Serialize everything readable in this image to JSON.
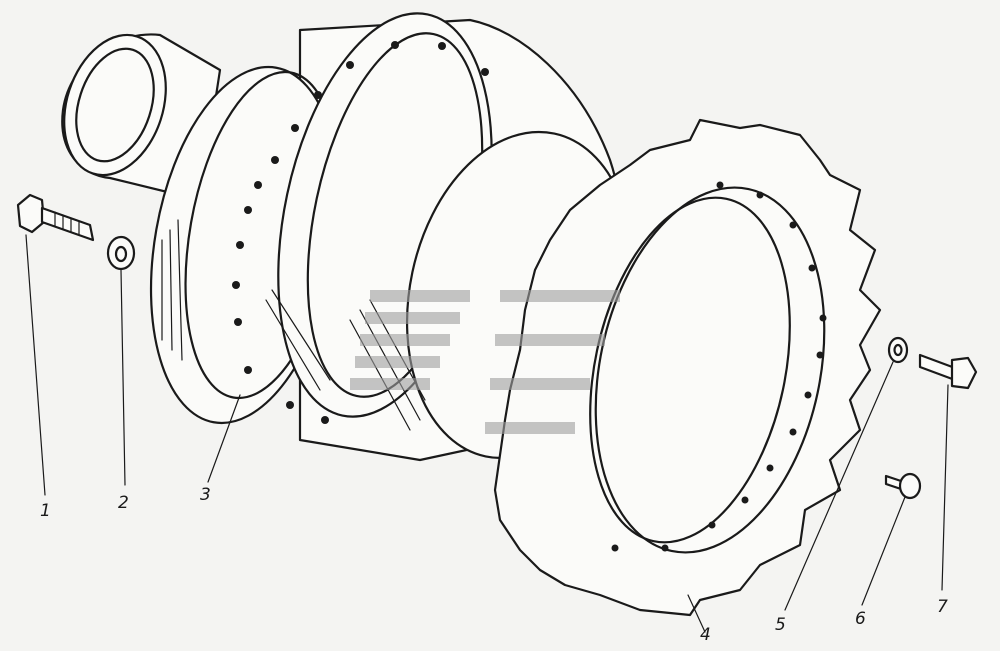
{
  "diagram": {
    "callouts": [
      {
        "id": 1,
        "label": "1"
      },
      {
        "id": 2,
        "label": "2"
      },
      {
        "id": 3,
        "label": "3"
      },
      {
        "id": 4,
        "label": "4"
      },
      {
        "id": 5,
        "label": "5"
      },
      {
        "id": 6,
        "label": "6"
      },
      {
        "id": 7,
        "label": "7"
      }
    ]
  },
  "colors": {
    "ink": "#1a1a1a",
    "paper": "#f4f4f2",
    "watermark": "#9e9e9e"
  }
}
